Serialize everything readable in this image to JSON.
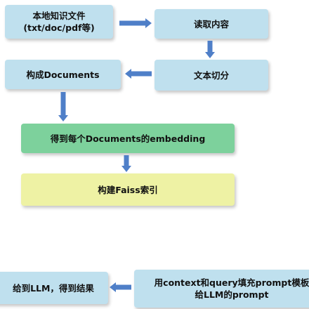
{
  "nodes": {
    "local_files": {
      "line1": "本地知识文件",
      "line2": "(txt/doc/pdf等)"
    },
    "read_content": {
      "label": "读取内容"
    },
    "text_split": {
      "label": "文本切分"
    },
    "build_documents": {
      "label": "构成Documents"
    },
    "get_embedding": {
      "label": "得到每个Documents的embedding"
    },
    "build_faiss": {
      "label": "构建Faiss索引"
    },
    "give_llm": {
      "label": "给到LLM，得到结果"
    },
    "fill_prompt": {
      "line1": "用context和query填充prompt模板",
      "line2": "给LLM的prompt"
    }
  },
  "colors": {
    "node_blue": "#bfe0ee",
    "node_green": "#7dd19c",
    "node_yellow": "#eef2a4",
    "arrow": "#4f7fc8"
  }
}
